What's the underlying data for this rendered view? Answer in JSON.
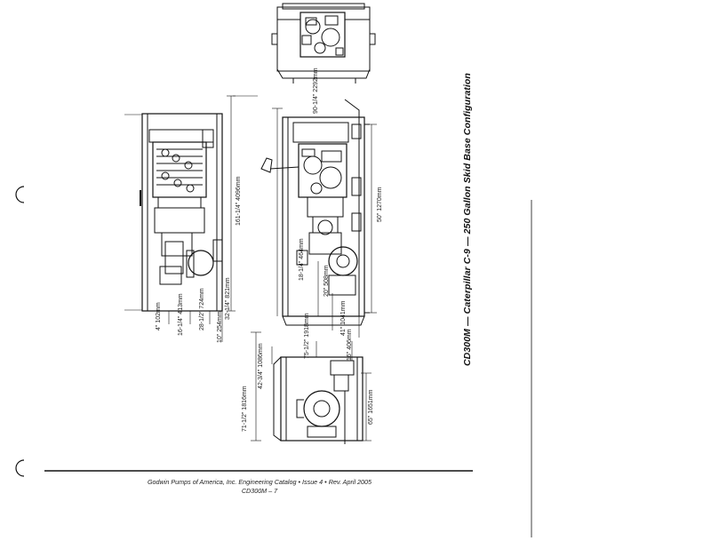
{
  "title": "CD300M — Caterpillar C-9 — 250 Gallon Skid Base Configuration",
  "footer": {
    "line1": "Godwin Pumps of America, Inc. Engineering Catalog • Issue 4 • Rev. April 2005",
    "line2": "CD300M – 7"
  },
  "dimensions": {
    "d1": "41\"",
    "d1m": "1041mm",
    "d2": "161-1/4\"",
    "d2m": "4096mm",
    "d3": "32-1/4\"",
    "d3m": "821mm",
    "d4": "4\"",
    "d4m": "102mm",
    "d5": "16-1/4\"",
    "d5m": "413mm",
    "d6": "10\"",
    "d6m": "254mm",
    "d7": "28-1/2\"",
    "d7m": "724mm",
    "d8": "90-1/4\"",
    "d8m": "2292mm",
    "d9": "50\"",
    "d9m": "1270mm",
    "d10": "18-1/4\"",
    "d10m": "464mm",
    "d11": "20\"",
    "d11m": "508mm",
    "d12": "71-1/2\"",
    "d12m": "1816mm",
    "d13": "42-3/4\"",
    "d13m": "1086mm",
    "d14": "75-1/2\"",
    "d14m": "1918mm",
    "d15": "16\"",
    "d15m": "406mm",
    "d16": "65\"",
    "d16m": "1651mm"
  }
}
